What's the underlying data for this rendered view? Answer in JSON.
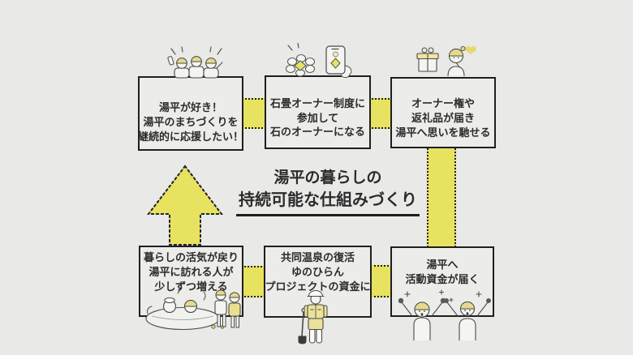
{
  "colors": {
    "background": "#e9e9e7",
    "box_fill": "#ececea",
    "border": "#1f1f1f",
    "accent_yellow": "#e7e260",
    "pale_yellow": "#e6d98b",
    "text": "#2b2b2b"
  },
  "title": {
    "line1": "湯平の暮らしの",
    "line2": "持続可能な仕組みづくり"
  },
  "boxes": [
    {
      "id": "love-yufuhira",
      "illustration": "cheering-supporters-icon",
      "lines": [
        "湯平が好き！",
        "湯平のまちづくりを",
        "継続的に応援したい！"
      ]
    },
    {
      "id": "join-owner-system",
      "illustration": "cobblestone-smartphone-icon",
      "lines": [
        "石畳オーナー制度に",
        "参加して",
        "石のオーナーになる"
      ]
    },
    {
      "id": "receive-rewards",
      "illustration": "gift-and-woman-icon",
      "lines": [
        "オーナー権や",
        "返礼品が届き",
        "湯平へ思いを馳せる"
      ]
    },
    {
      "id": "town-revitalized",
      "illustration": "onsen-bathers-icon",
      "lines": [
        "暮らしの活気が戻り",
        "湯平に訪れる人が",
        "少しずつ増える"
      ]
    },
    {
      "id": "project-funding",
      "illustration": "worker-with-shovel-icon",
      "lines": [
        "共同温泉の復活",
        "ゆのひらん",
        "プロジェクトの資金に"
      ]
    },
    {
      "id": "funds-arrive",
      "illustration": "celebrating-people-icon",
      "lines": [
        "湯平へ",
        "活動資金が届く"
      ]
    }
  ]
}
